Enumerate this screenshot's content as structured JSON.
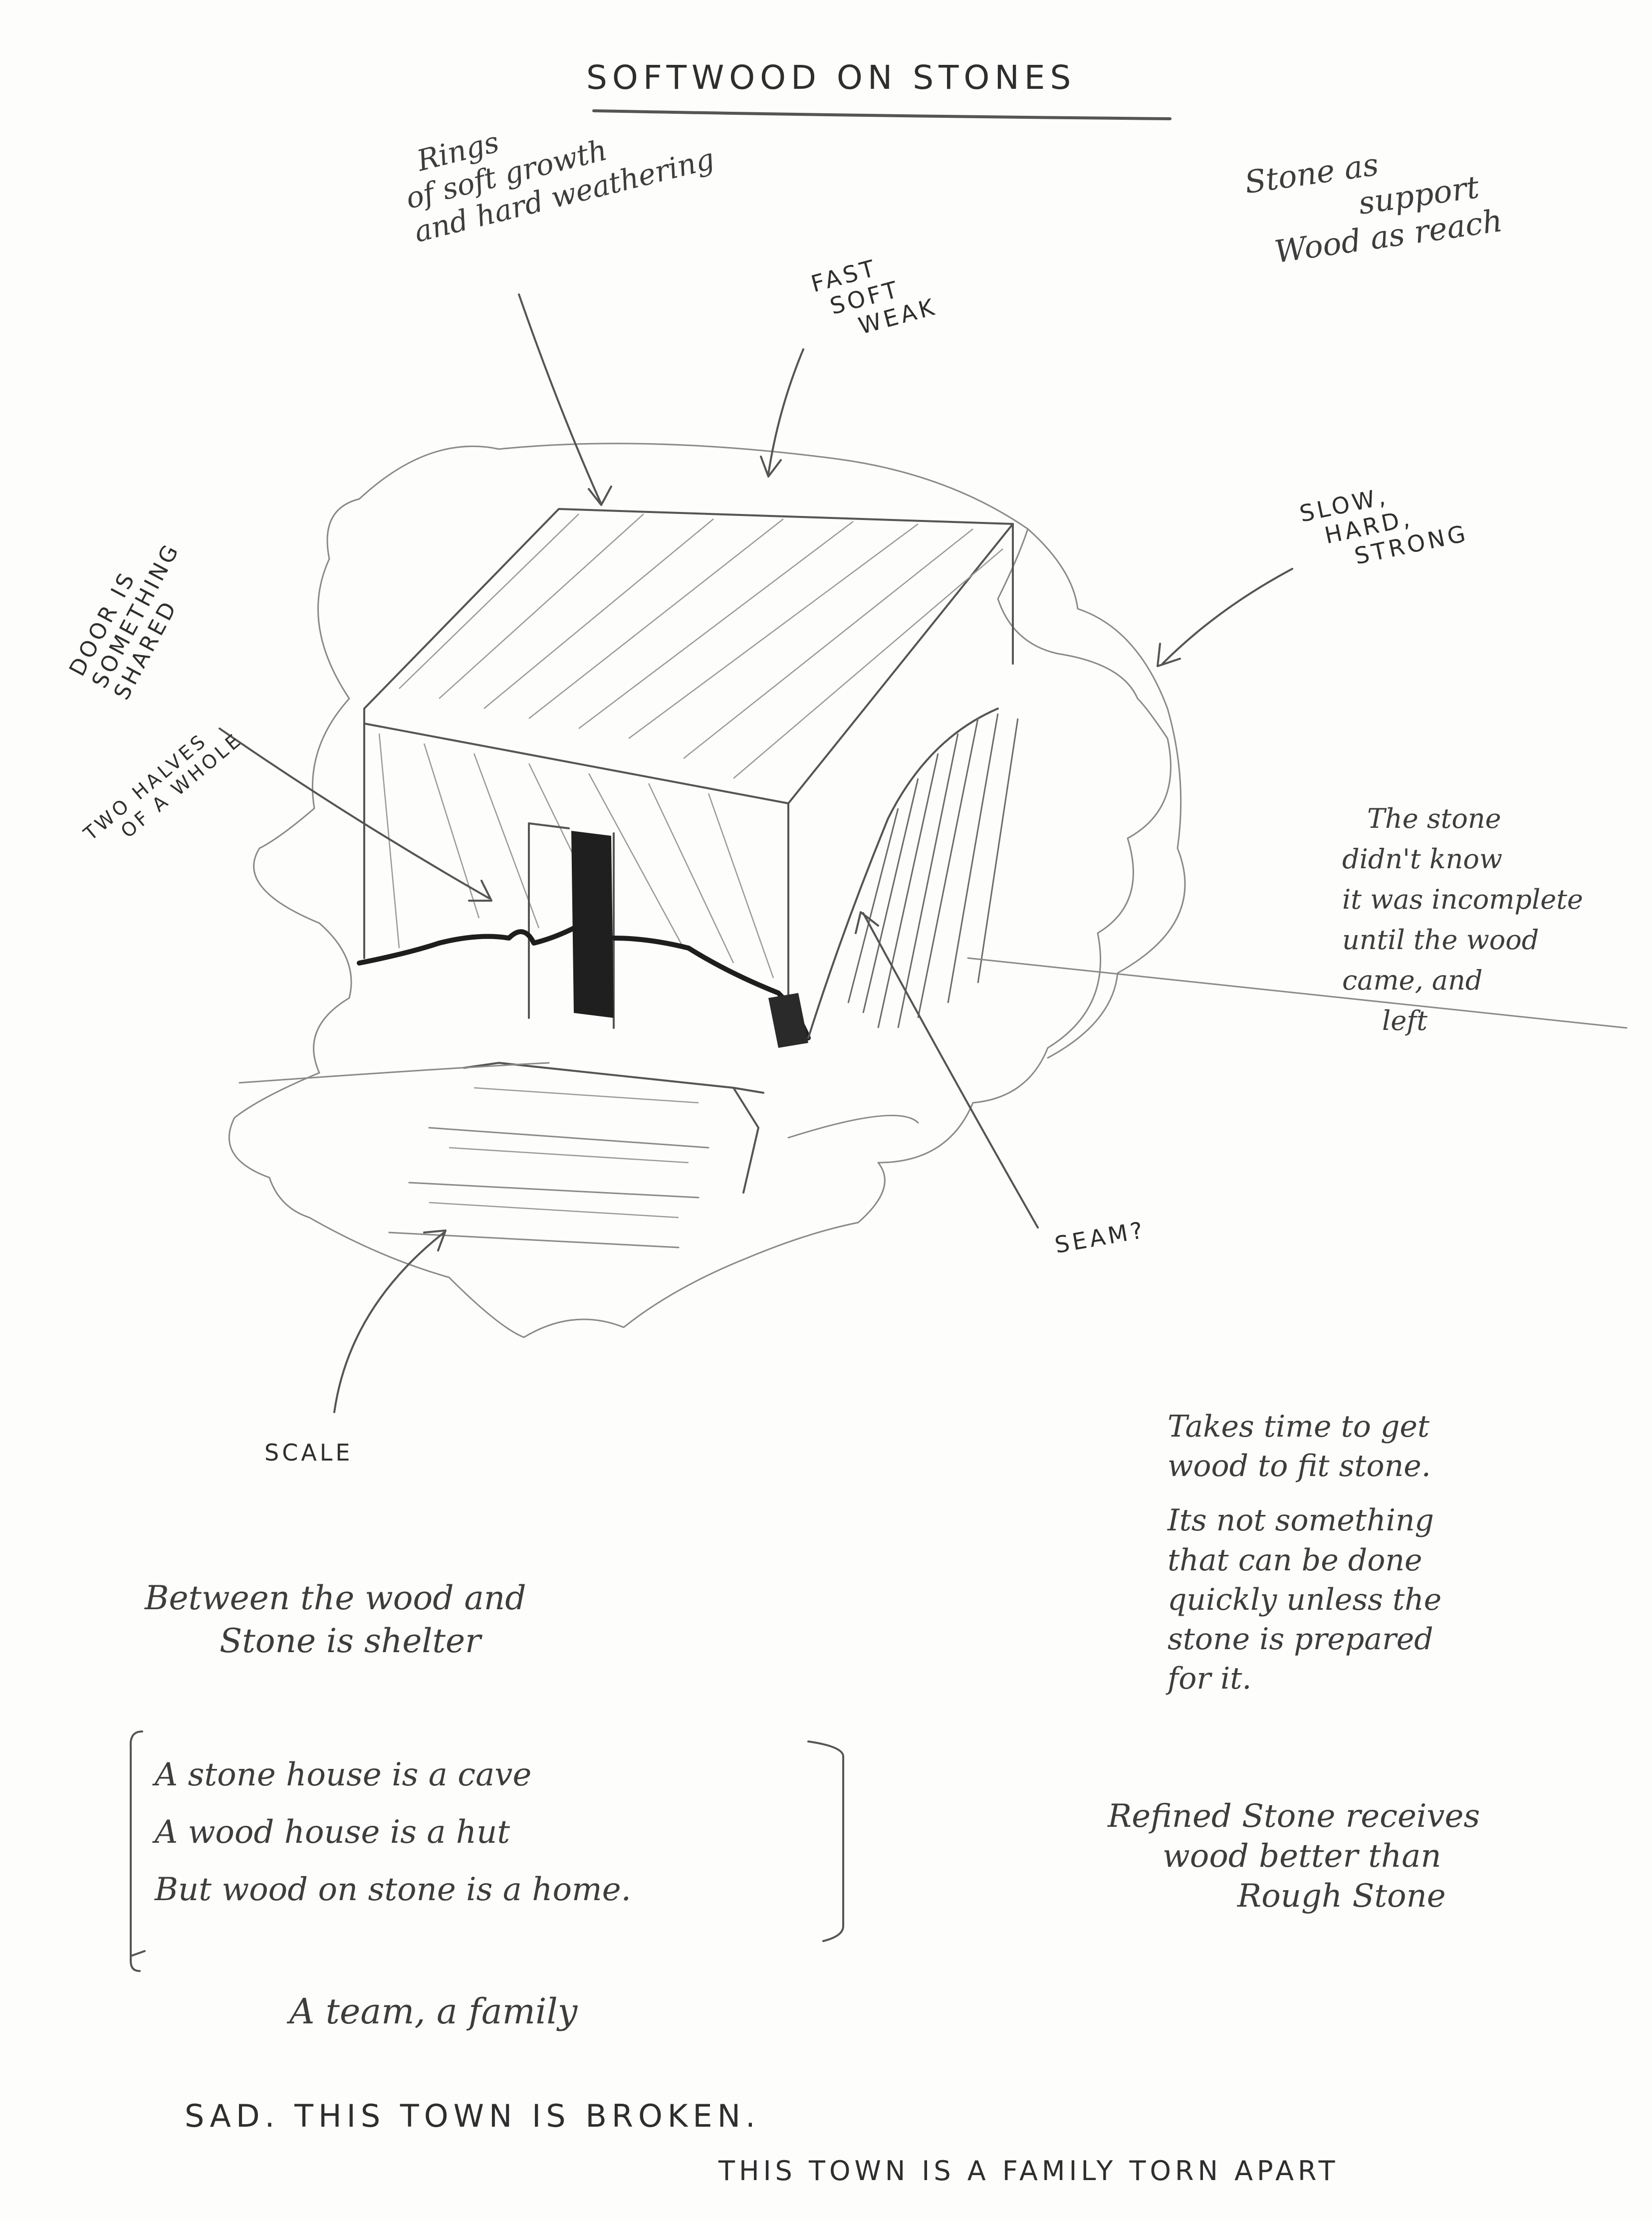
{
  "title": "SOFTWOOD ON STONES",
  "annotations": {
    "rings": [
      "Rings",
      "of soft growth",
      "and hard weathering"
    ],
    "fast": [
      "FAST",
      "SOFT",
      "WEAK"
    ],
    "slow": [
      "SLOW,",
      "HARD,",
      "STRONG"
    ],
    "stone_support": [
      "Stone as",
      "support",
      "Wood as reach"
    ],
    "door": [
      "DOOR IS",
      "SOMETHING",
      "SHARED"
    ],
    "two_halves": [
      "TWO HALVES",
      "OF A WHOLE"
    ],
    "stone_didnt_know": [
      "The stone",
      "didn't know",
      "it was incomplete",
      "until the wood",
      "came, and",
      "left"
    ],
    "seam": "SEAM?",
    "scale": "SCALE"
  },
  "notes": {
    "takes_time": [
      "Takes time to get",
      "wood to fit stone.",
      "Its not something",
      "that can be done",
      "quickly unless the",
      "stone is prepared",
      "for it."
    ],
    "between": [
      "Between the wood and",
      "Stone is shelter"
    ],
    "house_poem": [
      "A stone house is a cave",
      "A wood house is a hut",
      "But wood on stone is a home."
    ],
    "refined": [
      "Refined Stone receives",
      "wood better than",
      "Rough Stone"
    ],
    "team": "A team, a family",
    "sad": "SAD. THIS TOWN IS BROKEN.",
    "torn": "THIS TOWN IS A FAMILY TORN APART"
  },
  "icons": {
    "drawing": "wood-house-on-stone-sketch"
  },
  "colors": {
    "paper": "#fdfdfc",
    "pencil": "#555555",
    "dark_pencil": "#1e1e1e"
  }
}
